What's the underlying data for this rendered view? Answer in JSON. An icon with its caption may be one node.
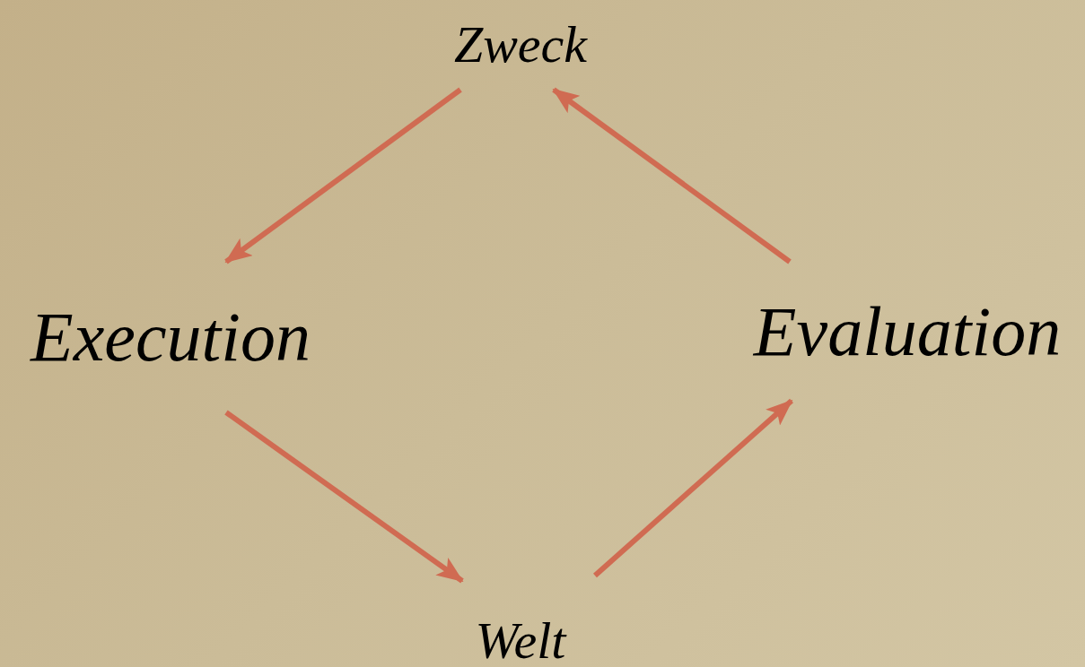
{
  "diagram": {
    "nodes": [
      {
        "text": [
          "Zweck"
        ]
      },
      {
        "text": [
          "Execution"
        ]
      },
      {
        "text": [
          "Evaluation"
        ]
      },
      {
        "text": [
          "Welt"
        ]
      }
    ],
    "edges": [
      {
        "from": 0,
        "to": 1,
        "arrow": "to"
      },
      {
        "from": 1,
        "to": 3,
        "arrow": "to"
      },
      {
        "from": 3,
        "to": 2,
        "arrow": "to"
      },
      {
        "from": 2,
        "to": 0,
        "arrow": "to"
      }
    ]
  }
}
